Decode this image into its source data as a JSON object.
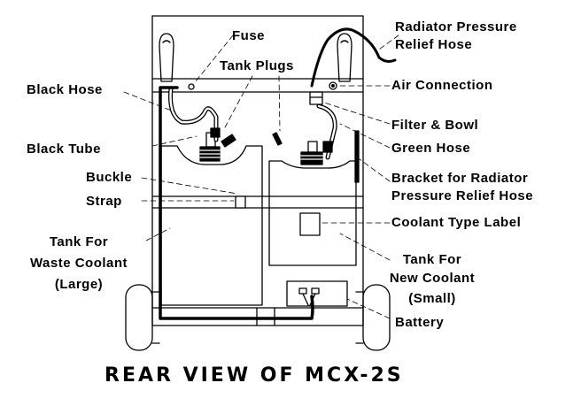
{
  "title": "REAR VIEW OF MCX-2S",
  "labels": {
    "fuse": "Fuse",
    "radiator_hose_1": "Radiator Pressure",
    "radiator_hose_2": "Relief Hose",
    "tank_plugs": "Tank Plugs",
    "black_hose": "Black Hose",
    "air_connection": "Air Connection",
    "filter_bowl": "Filter & Bowl",
    "black_tube": "Black Tube",
    "green_hose": "Green Hose",
    "buckle": "Buckle",
    "bracket_1": "Bracket for Radiator",
    "bracket_2": "Pressure Relief Hose",
    "strap": "Strap",
    "coolant_type_label": "Coolant Type Label",
    "waste_tank_1": "Tank For",
    "waste_tank_2": "Waste Coolant",
    "waste_tank_3": "(Large)",
    "new_tank_1": "Tank For",
    "new_tank_2": "New Coolant",
    "new_tank_3": "(Small)",
    "battery": "Battery"
  },
  "colors": {
    "line": "#000000",
    "background": "#ffffff"
  }
}
